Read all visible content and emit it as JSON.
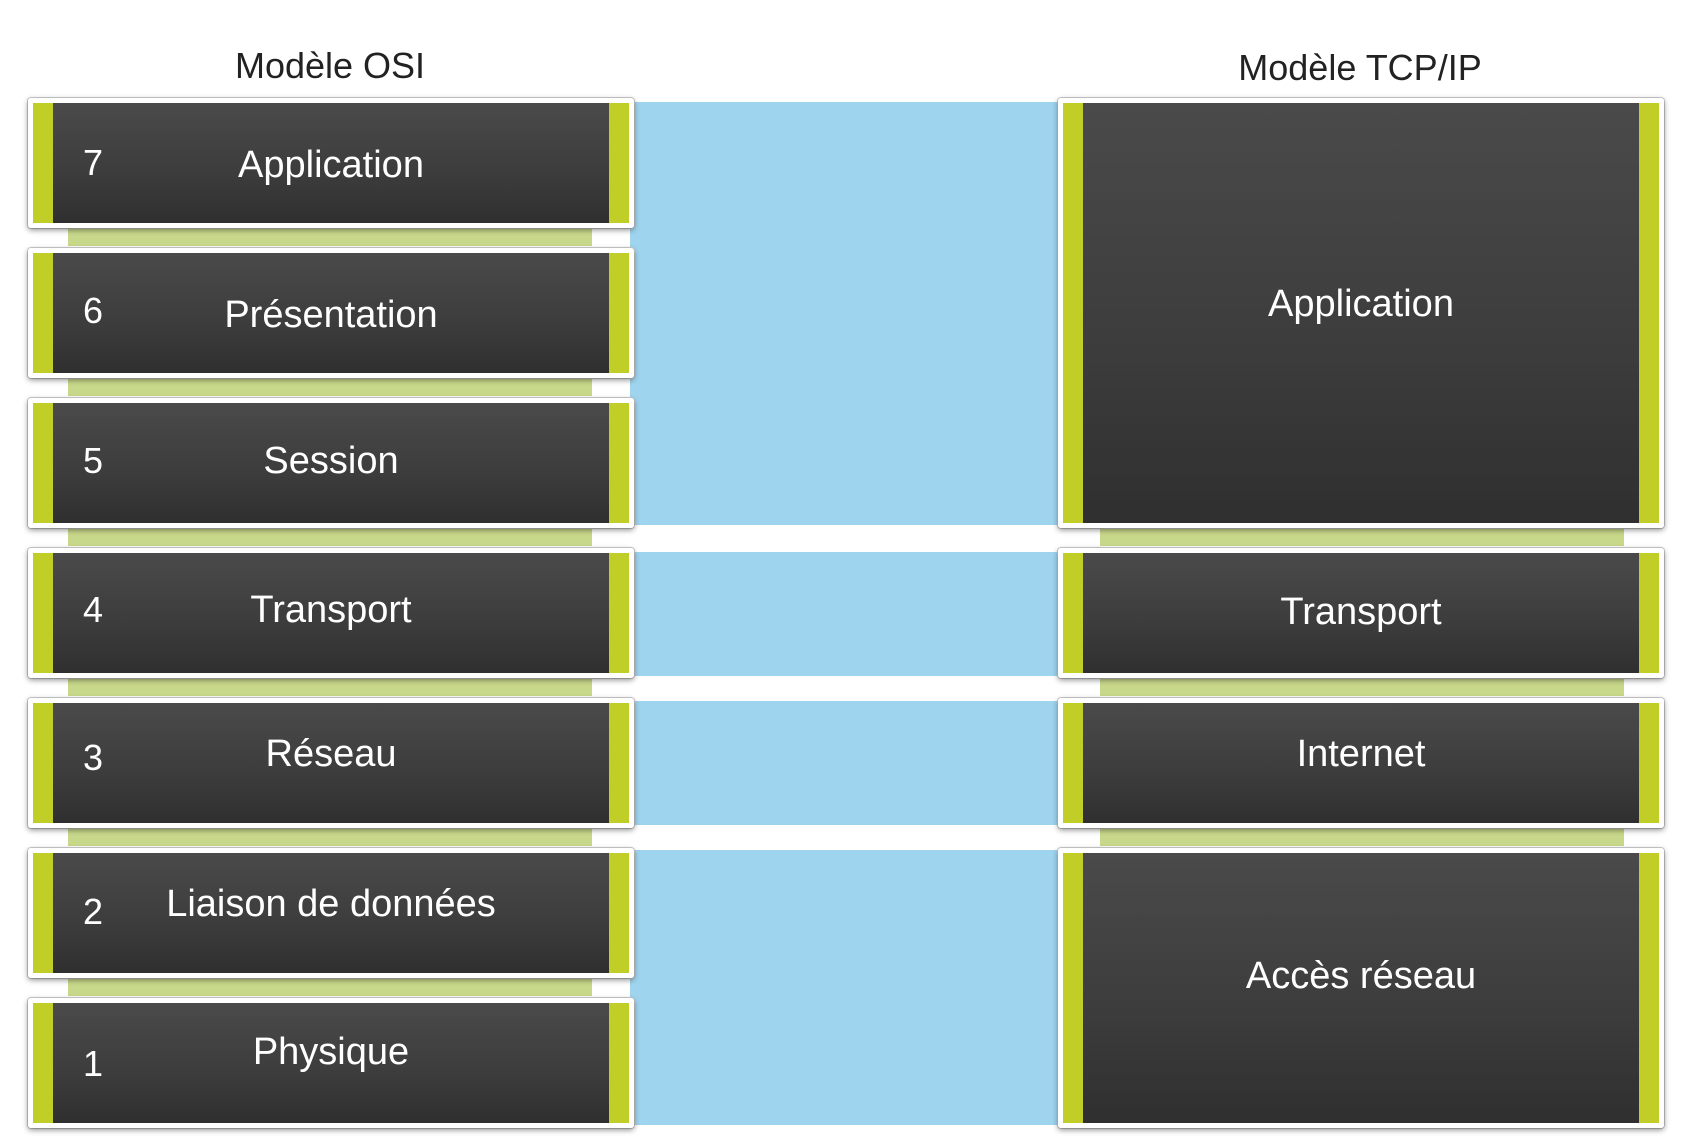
{
  "osi": {
    "title": "Modèle OSI",
    "layers": [
      {
        "num": "7",
        "name": "Application"
      },
      {
        "num": "6",
        "name": "Présentation"
      },
      {
        "num": "5",
        "name": "Session"
      },
      {
        "num": "4",
        "name": "Transport"
      },
      {
        "num": "3",
        "name": "Réseau"
      },
      {
        "num": "2",
        "name": "Liaison de données"
      },
      {
        "num": "1",
        "name": "Physique"
      }
    ]
  },
  "tcpip": {
    "title": "Modèle TCP/IP",
    "layers": [
      {
        "name": "Application"
      },
      {
        "name": "Transport"
      },
      {
        "name": "Internet"
      },
      {
        "name": "Accès réseau"
      }
    ]
  },
  "colors": {
    "accent": "#c0ce27",
    "bridge": "#9fd4ee",
    "box": "#3c3c3c"
  }
}
